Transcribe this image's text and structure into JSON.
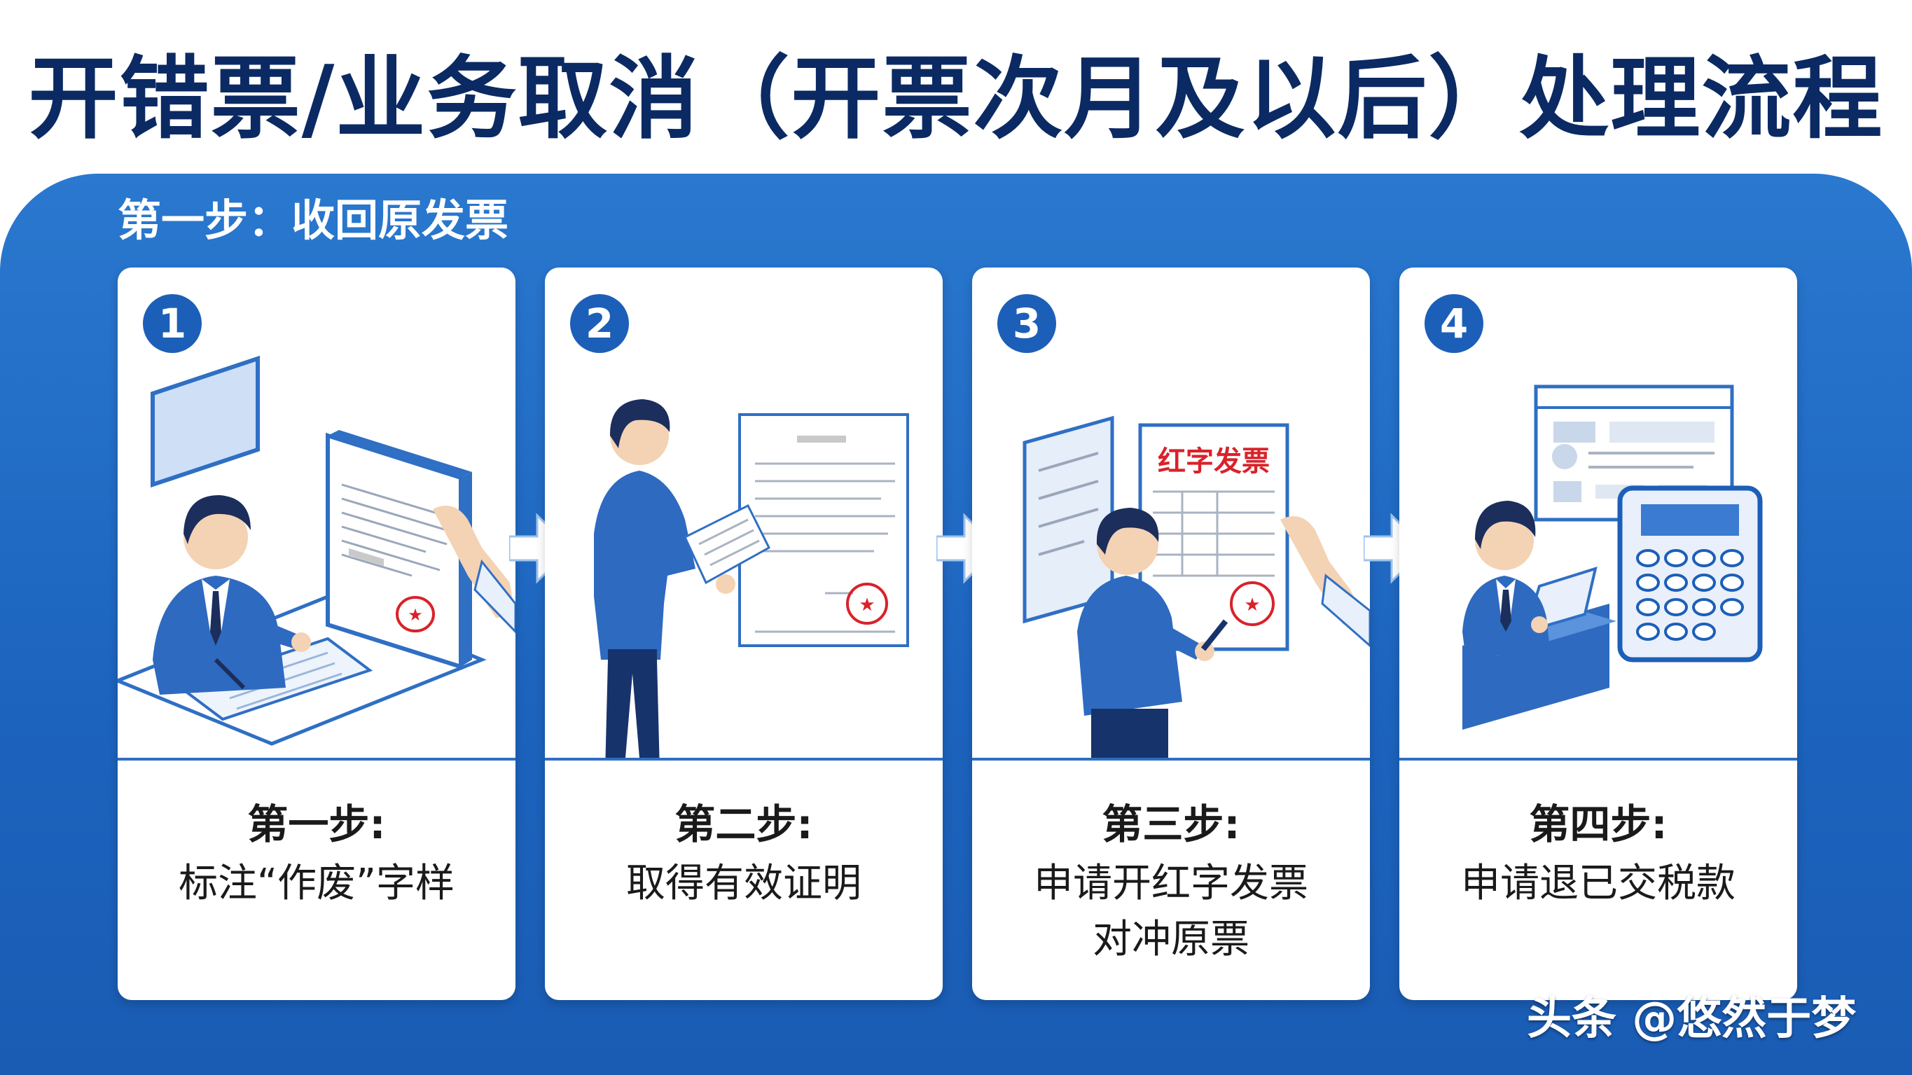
{
  "title": "开错票/业务取消（开票次月及以后）处理流程",
  "subtitle": "第一步：收回原发票",
  "colors": {
    "title": "#0b2a63",
    "panel": "#1c63bd",
    "badge": "#1c5fb8",
    "red_stamp": "#d9222a"
  },
  "steps": [
    {
      "number": "1",
      "label": "第一步:",
      "desc": [
        "标注“作废”字样"
      ]
    },
    {
      "number": "2",
      "label": "第二步:",
      "desc": [
        "取得有效证明"
      ]
    },
    {
      "number": "3",
      "label": "第三步:",
      "desc": [
        "申请开红字发票",
        "对冲原票"
      ],
      "doc_title": "红字发票"
    },
    {
      "number": "4",
      "label": "第四步:",
      "desc": [
        "申请退已交税款"
      ]
    }
  ],
  "watermark": {
    "text": "头条 @悠然于梦"
  }
}
